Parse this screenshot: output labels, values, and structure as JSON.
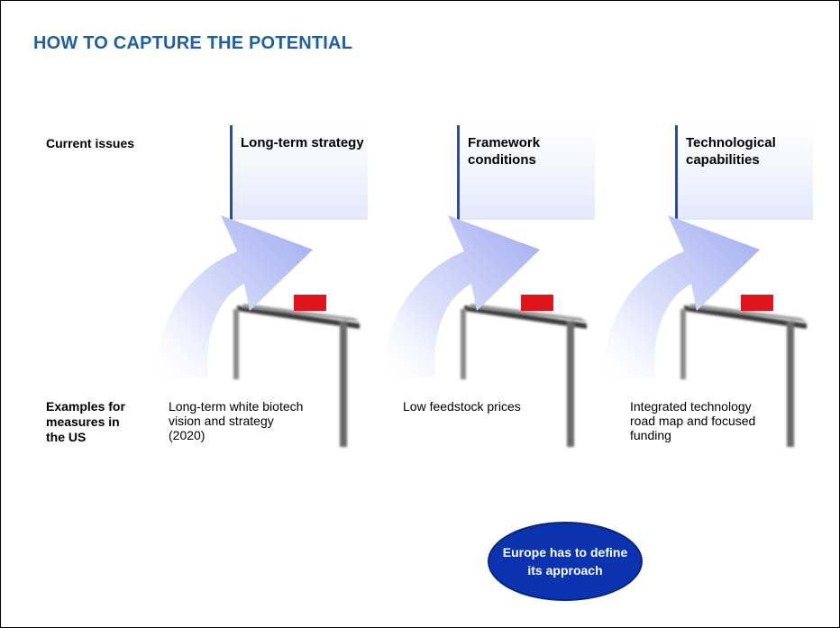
{
  "title": "HOW TO CAPTURE THE POTENTIAL",
  "row_labels": {
    "current_issues": "Current issues",
    "examples": "Examples for measures in the US"
  },
  "columns": [
    {
      "header": "Long-term strategy",
      "example": "Long-term white biotech vision and strategy (2020)"
    },
    {
      "header": "Framework conditions",
      "example": "Low feedstock prices"
    },
    {
      "header": "Technological capabilities",
      "example": "Integrated technology road map and focused funding"
    }
  ],
  "callout": "Europe has to define its approach",
  "colors": {
    "title": "#1f5fa8",
    "header_bar": "#1f4fa8",
    "arrow": "#a9b4f2",
    "callout_fill": "#0b33b0",
    "block": "#e0141a"
  }
}
